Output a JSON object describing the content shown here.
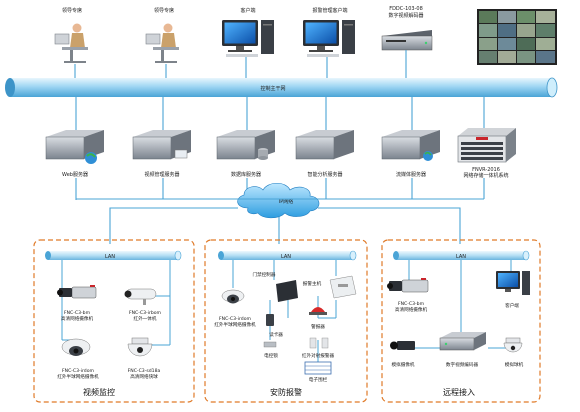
{
  "top": {
    "leader1": "领导专席",
    "leader2": "领导专席",
    "client": "客户端",
    "alarm_client": "报警管理客户端",
    "decoder_model": "FDDC-103-08",
    "decoder_name": "数字视频解码器"
  },
  "main_net": "控制主干网",
  "servers": {
    "web": "Web服务器",
    "video_mgmt": "视频管理服务器",
    "database": "数据库服务器",
    "smart": "智能分析服务器",
    "media": "流媒体服务器",
    "nvr_model": "FNVR-2016",
    "nvr_name": "网络存储一体机系统"
  },
  "ip_network": "IP网络",
  "sections": {
    "video": {
      "title": "视频监控",
      "lan": "LAN",
      "cam1_model": "FNC-C3-bm",
      "cam1_name": "高清网络摄像机",
      "cam2_model": "FNC-C3-irbom",
      "cam2_name": "红外一体机",
      "cam3_model": "FNC-C3-irdom",
      "cam3_name": "红外半球网络摄像机",
      "cam4_model": "FNC-C3-sd18a",
      "cam4_name": "高清网络快球"
    },
    "security": {
      "title": "安防报警",
      "lan": "LAN",
      "dome_model": "FNC-C3-irdom",
      "dome_name": "红外半球网络摄像机",
      "door_ctrl": "门禁控制器",
      "alarm_host": "报警主机",
      "card_reader": "读卡器",
      "alarm_lamp": "警报器",
      "door_lock": "电控锁",
      "ir_detector": "红外对射报警器",
      "exit_button": "电子围栏"
    },
    "remote": {
      "title": "远程接入",
      "lan": "LAN",
      "cam_model": "FNC-C3-bm",
      "cam_name": "高清网络摄像机",
      "client": "客户端",
      "analog_cam": "模拟摄像机",
      "encoder": "数字视频编码器",
      "analog_dome": "模拟球机"
    }
  }
}
